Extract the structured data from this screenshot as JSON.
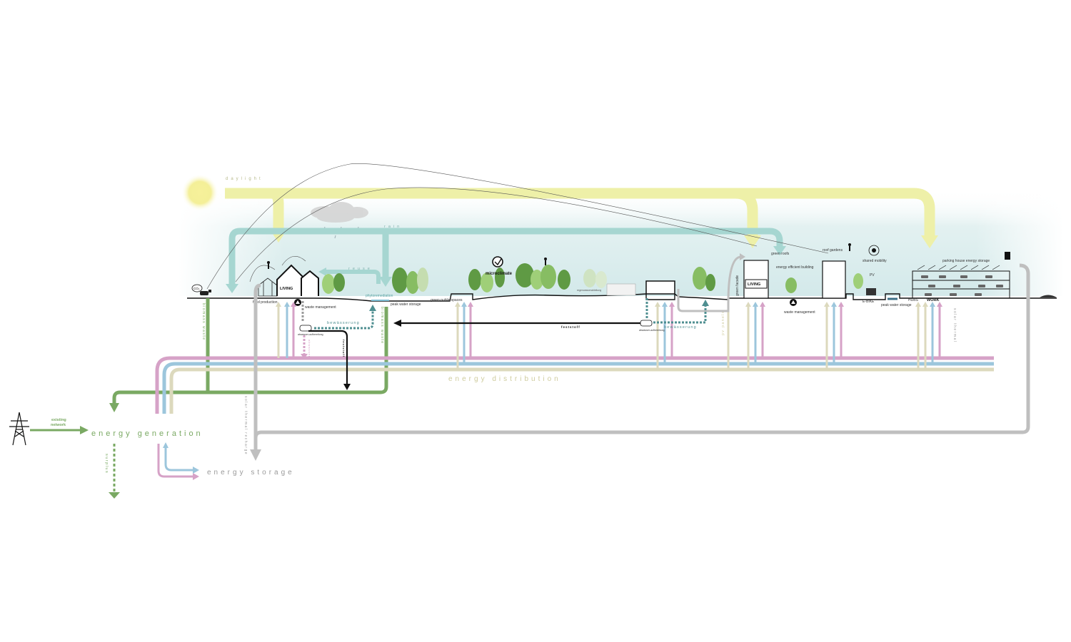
{
  "flows": {
    "daylight": "daylight",
    "rain": "rain",
    "reuse": "reuse",
    "energy_distribution": "energy distribution",
    "energy_generation": "energy generation",
    "energy_storage": "energy storage",
    "existing_network": "existing network",
    "surplus": "surplus",
    "biomass_waste_left": "biomass waste",
    "biomass_waste_mid": "biomass waste",
    "solar_thermal_recharge": "solar thermal recharge",
    "solar_thermal": "solar thermal",
    "pv_panels": "pv panels",
    "bewaesserung_left": "bewässerung",
    "bewaesserung_right": "bewässerung",
    "feststoff_mid": "feststoff",
    "feststoff_left": "feststoff",
    "abwasser_left": "abwasser",
    "abwasser_aufbereitung_left": "abwasser-aufbereitung",
    "abwasser_aufbereitung_right": "abwasser-aufbereitung"
  },
  "labels": {
    "co2": "CO₂",
    "food_production": "food production",
    "living_left": "LIVING",
    "waste_management_left": "waste management",
    "phytoremediation": "phytoremediation",
    "peak_water_storage_left": "peak water storage",
    "green_public_spaces": "green public spaces",
    "microclimate": "microclimate",
    "regenwasserableitung": "regenwasserableitung",
    "green_facade": "green facade",
    "green_roofs": "green roofs",
    "living_right": "LIVING",
    "energy_efficient_building": "energy efficient building",
    "waste_management_right": "waste management",
    "roof_gardens": "roof gardens",
    "shared_mobility": "shared mobility",
    "pv": "PV",
    "e_bike": "E-BIKE",
    "peak_water_storage_right": "peak water storage",
    "hubs": "HUBS",
    "work": "WORK",
    "parking_house_energy_storage": "parking house energy storage"
  },
  "colors": {
    "daylight": "#eef0a8",
    "rain": "#a6d6d1",
    "teal_dotted": "#4f8f91",
    "green": "#7aa963",
    "pink": "#d6a2c7",
    "blue": "#9cc6dc",
    "beige": "#dcd9bd",
    "grey": "#bfbfbf",
    "black": "#111111",
    "sun": "#f4ef9a",
    "tree_dark": "#5f9a44",
    "tree_light": "#9fcf78"
  },
  "icons": {
    "sun": "sun-icon",
    "cloud": "cloud-icon",
    "power_pylon": "power-pylon-icon",
    "cow": "cow-icon",
    "recycle": "recycle-icon",
    "microclimate": "microclimate-icon",
    "shared_mobility": "shared-mobility-icon",
    "ev_charger": "ev-charger-icon"
  }
}
